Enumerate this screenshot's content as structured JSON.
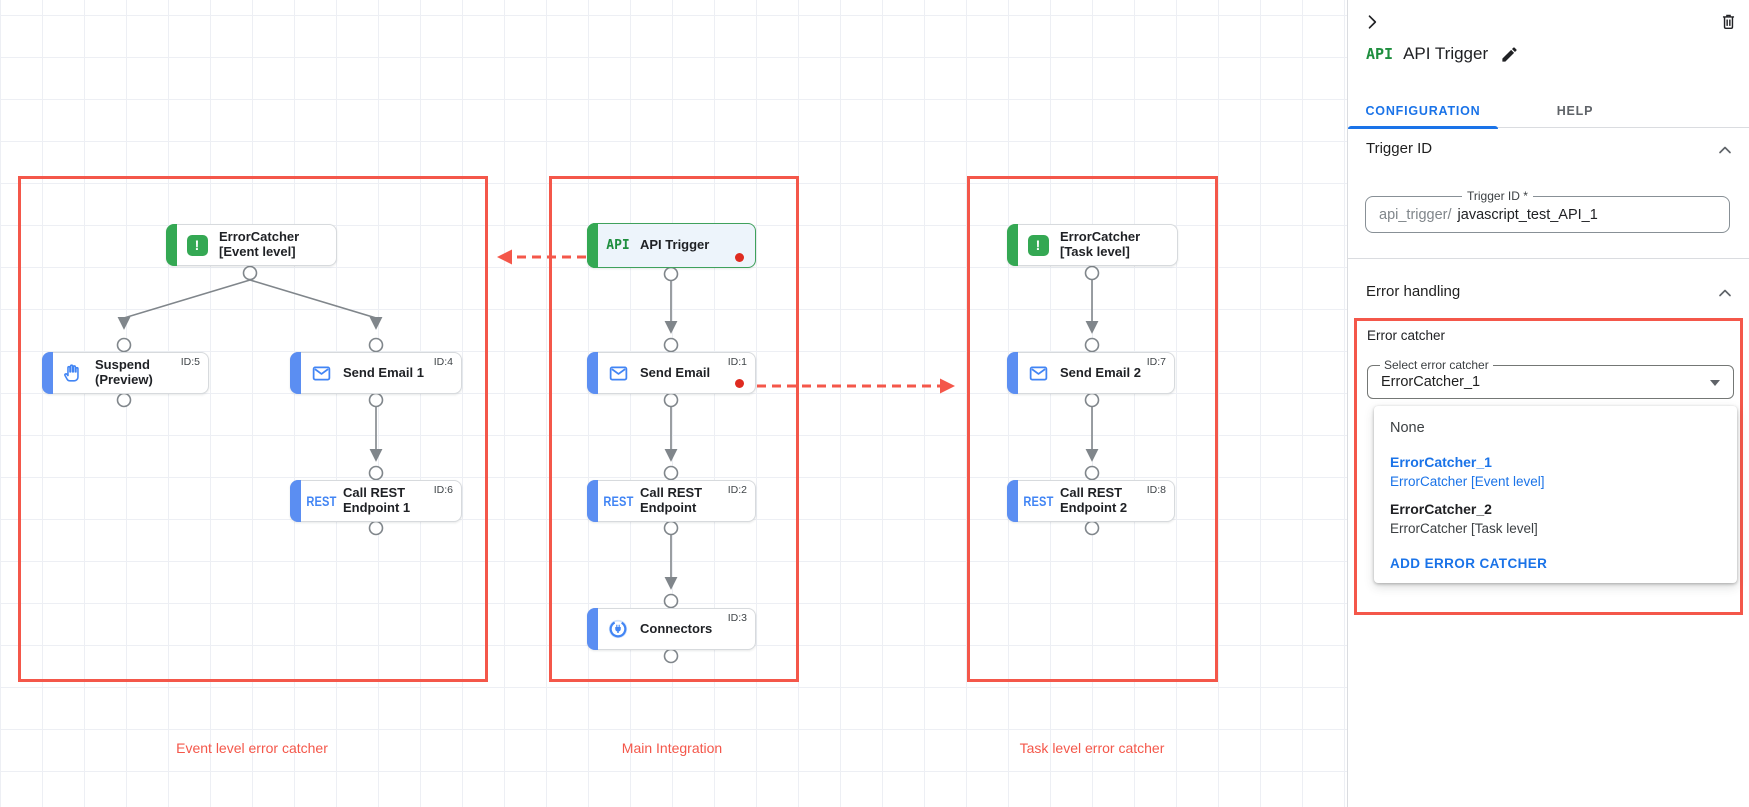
{
  "canvas": {
    "groups": [
      {
        "label": "Event level error catcher"
      },
      {
        "label": "Main Integration"
      },
      {
        "label": "Task level error catcher"
      }
    ],
    "nodes": [
      {
        "label": "ErrorCatcher [Event level]",
        "id_badge": "",
        "icon": "error-catcher"
      },
      {
        "label": "Suspend (Preview)",
        "id_badge": "ID:5",
        "icon": "hand"
      },
      {
        "label": "Send Email 1",
        "id_badge": "ID:4",
        "icon": "email"
      },
      {
        "label": "Call REST Endpoint 1",
        "id_badge": "ID:6",
        "icon": "rest"
      },
      {
        "label": "API Trigger",
        "id_badge": "",
        "icon": "api"
      },
      {
        "label": "Send Email",
        "id_badge": "ID:1",
        "icon": "email"
      },
      {
        "label": "Call REST Endpoint",
        "id_badge": "ID:2",
        "icon": "rest"
      },
      {
        "label": "Connectors",
        "id_badge": "ID:3",
        "icon": "connectors"
      },
      {
        "label": "ErrorCatcher [Task level]",
        "id_badge": "",
        "icon": "error-catcher"
      },
      {
        "label": "Send Email 2",
        "id_badge": "ID:7",
        "icon": "email"
      },
      {
        "label": "Call REST Endpoint 2",
        "id_badge": "ID:8",
        "icon": "rest"
      }
    ],
    "icon_texts": {
      "api": "API",
      "rest": "REST",
      "error_mark": "!"
    }
  },
  "panel": {
    "logo_text": "API",
    "title": "API Trigger",
    "tabs": [
      {
        "label": "CONFIGURATION"
      },
      {
        "label": "HELP"
      }
    ],
    "trigger_id": {
      "heading": "Trigger ID",
      "field_label": "Trigger ID *",
      "prefix": "api_trigger/",
      "value": "javascript_test_API_1"
    },
    "error_handling": {
      "heading": "Error handling",
      "error_catcher_label": "Error catcher",
      "select_label": "Select error catcher",
      "select_value": "ErrorCatcher_1",
      "menu": {
        "none_label": "None",
        "options": [
          {
            "name": "ErrorCatcher_1",
            "desc": "ErrorCatcher [Event level]"
          },
          {
            "name": "ErrorCatcher_2",
            "desc": "ErrorCatcher [Task level]"
          }
        ],
        "add_button": "ADD ERROR CATCHER"
      }
    }
  },
  "colors": {
    "highlight_red": "#f4574a",
    "accent_blue": "#1a73e8",
    "node_green": "#34a853",
    "node_blue": "#4285f4"
  }
}
